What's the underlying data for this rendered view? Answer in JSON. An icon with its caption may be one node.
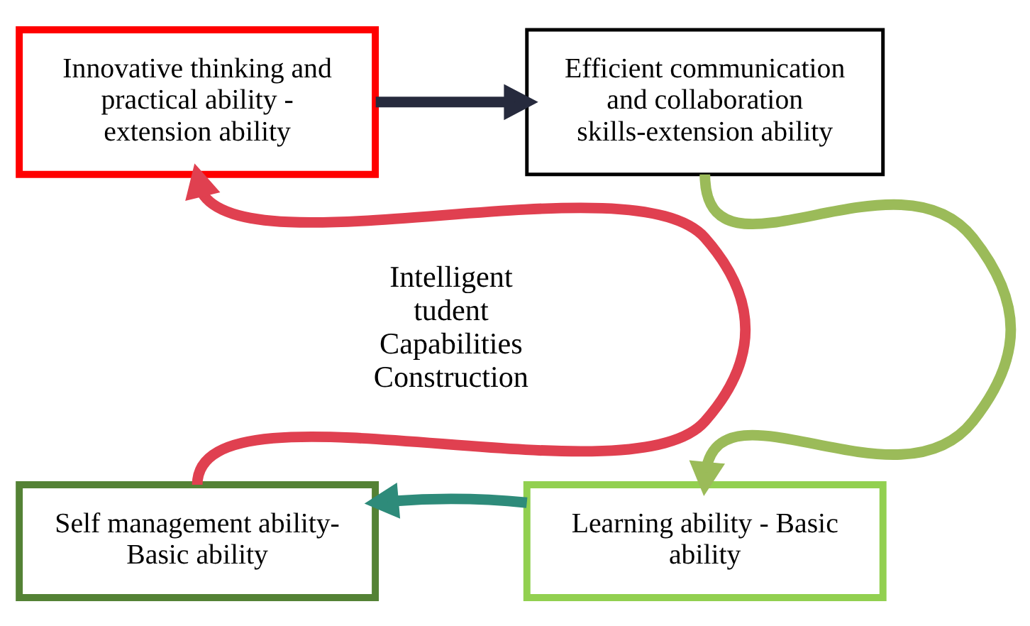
{
  "diagram": {
    "nodes": [
      {
        "text": [
          "Innovative thinking and practical ability - extension ability"
        ]
      },
      {
        "text": [
          "Efficient communication and collaboration skills-extension ability"
        ]
      },
      {
        "text": [
          "Learning ability - Basic ability"
        ]
      },
      {
        "text": [
          "Self management ability-Basic ability"
        ]
      }
    ],
    "edges": [
      {
        "from": 0,
        "to": 1,
        "arrow": "to",
        "color": "#262a3d"
      },
      {
        "from": 1,
        "to": 2,
        "arrow": "to",
        "color": "#9bbb59"
      },
      {
        "from": 2,
        "to": 3,
        "arrow": "to",
        "color": "#2e8b7a"
      },
      {
        "from": 3,
        "to": 0,
        "arrow": "to",
        "color": "#e04050"
      }
    ],
    "labels": [
      "Intelligent tudent Capabilities Construction"
    ]
  }
}
